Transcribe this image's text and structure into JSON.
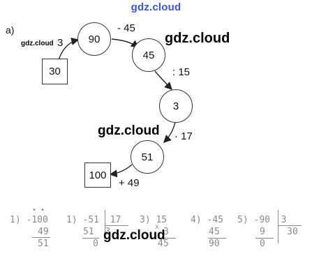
{
  "watermark_top": "gdz.cloud",
  "watermark": "gdz.cloud",
  "part_label": "a)",
  "diagram": {
    "start_square": "30",
    "end_square": "100",
    "circles": [
      "90",
      "45",
      "3",
      "51"
    ],
    "ops": {
      "first": "3",
      "second": "- 45",
      "third": ": 15",
      "fourth": "· 17",
      "fifth": "+ 49"
    }
  },
  "calculations": [
    {
      "label": "1)",
      "op": "-",
      "dots": "• •",
      "top": "100",
      "bottom": "49",
      "result": "51"
    },
    {
      "label": "1)",
      "op": "-",
      "top": "51",
      "bottom": "51",
      "result": "0",
      "divisor": "17",
      "quotient": "3"
    },
    {
      "label": "3)",
      "op": "x",
      "top": "15",
      "bottom": "3",
      "result": "45"
    },
    {
      "label": "4)",
      "op": "-",
      "top": "45",
      "bottom": "45",
      "result": "90"
    },
    {
      "label": "5)",
      "op": "-",
      "top": "90",
      "bottom": "9",
      "result": "0",
      "divisor": "3",
      "quotient": "30"
    }
  ]
}
